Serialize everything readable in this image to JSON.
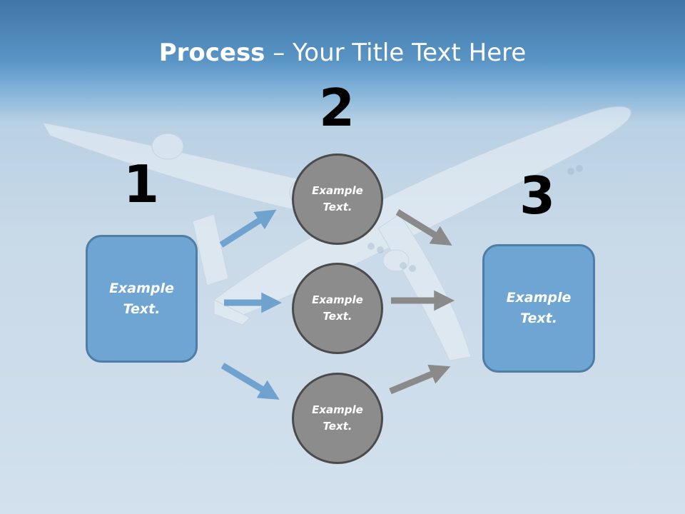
{
  "title": {
    "bold": "Process",
    "rest": " – Your Title Text Here"
  },
  "steps": {
    "one": "1",
    "two": "2",
    "three": "3"
  },
  "left_box": {
    "line1": "Example",
    "line2": "Text."
  },
  "right_box": {
    "line1": "Example",
    "line2": "Text."
  },
  "circles": [
    {
      "line1": "Example",
      "line2": "Text."
    },
    {
      "line1": "Example",
      "line2": "Text."
    },
    {
      "line1": "Example",
      "line2": "Text."
    }
  ],
  "colors": {
    "blue_fill": "#6fa5d3",
    "blue_border": "#4f7da6",
    "grey_fill": "#8c8c8c",
    "grey_border": "#4b4b4b",
    "blue_arrow": "#6fa2cf",
    "grey_arrow": "#8a8a8a"
  }
}
